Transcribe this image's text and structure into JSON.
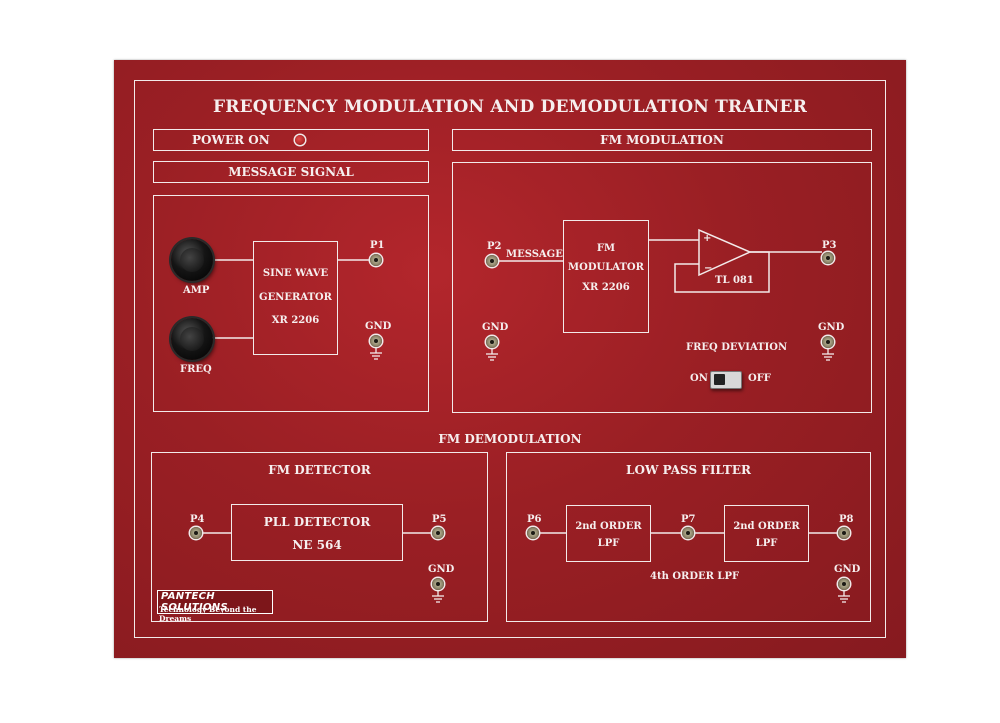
{
  "title": "FREQUENCY MODULATION AND DEMODULATION TRAINER",
  "power": {
    "label": "POWER ON"
  },
  "message_section": {
    "header": "MESSAGE SIGNAL",
    "amp_label": "AMP",
    "freq_label": "FREQ",
    "generator": [
      "SINE WAVE",
      "GENERATOR",
      "XR 2206"
    ],
    "p1": "P1",
    "gnd": "GND"
  },
  "fm_modulation": {
    "header": "FM MODULATION",
    "p2": "P2",
    "message_label": "MESSAGE",
    "modulator": [
      "FM",
      "MODULATOR",
      "XR 2206"
    ],
    "opamp": "TL 081",
    "p3": "P3",
    "gnd_left": "GND",
    "gnd_right": "GND",
    "freq_deviation": "FREQ  DEVIATION",
    "on": "ON",
    "off": "OFF"
  },
  "fm_demodulation": {
    "header": "FM    DEMODULATION",
    "detector": {
      "header": "FM  DETECTOR",
      "p4": "P4",
      "pll": "PLL  DETECTOR",
      "ic": "NE  564",
      "p5": "P5",
      "gnd": "GND"
    },
    "lpf": {
      "header": "LOW PASS FILTER",
      "p6": "P6",
      "p7": "P7",
      "p8": "P8",
      "filter1": [
        "2nd ORDER",
        "LPF"
      ],
      "filter2": [
        "2nd ORDER",
        "LPF"
      ],
      "order_label": "4th ORDER LPF",
      "gnd": "GND"
    }
  },
  "logo": {
    "brand": "PANTECH SOLUTIONS",
    "tagline": "Technology Beyond the Dreams"
  },
  "colors": {
    "board": "#9a1f24",
    "ink": "#f3eaea"
  }
}
